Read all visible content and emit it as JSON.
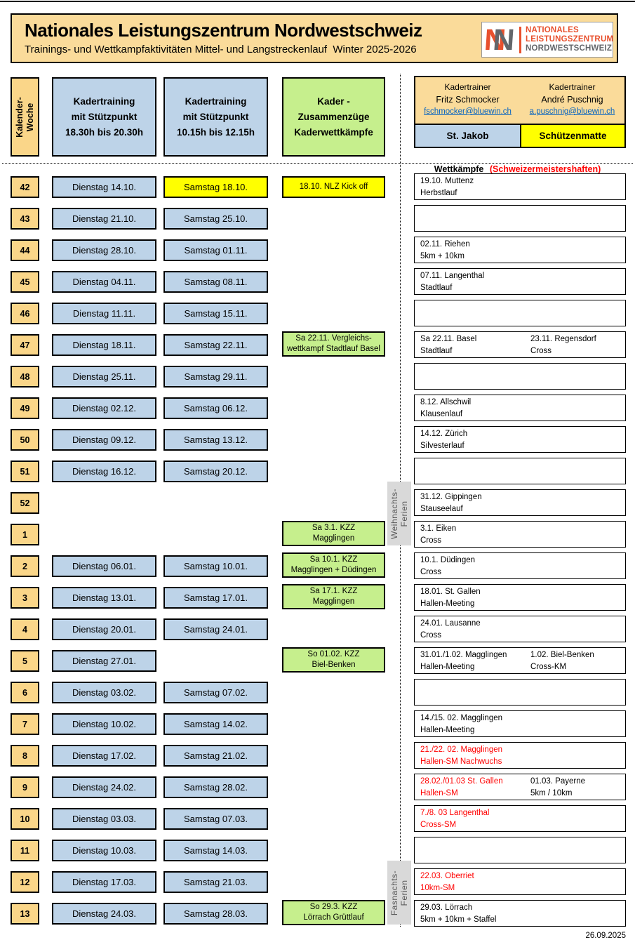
{
  "page": {
    "title": "Nationales Leistungszentrum Nordwestschweiz",
    "subtitle": "Trainings- und Wettkampfaktivitäten Mittel- und Langstreckenlauf  Winter 2025-2026",
    "footer_date": "26.09.2025"
  },
  "logo": {
    "line1": "NATIONALES",
    "line2": "LEISTUNGSZENTRUM",
    "line3": "NORDWESTSCHWEIZ"
  },
  "columns": {
    "week_header": [
      "Kalender-",
      "Woche"
    ],
    "training1": [
      "Kadertraining",
      "mit Stützpunkt",
      "18.30h bis 20.30h"
    ],
    "training2": [
      "Kadertraining",
      "mit Stützpunkt",
      "10.15h bis 12.15h"
    ],
    "events": [
      "Kader -",
      "Zusammenzüge",
      "Kaderwettkämpfe"
    ]
  },
  "trainers": {
    "left": {
      "role": "Kadertrainer",
      "name": "Fritz Schmocker",
      "email": "fschmocker@bluewin.ch",
      "venue": "St. Jakob"
    },
    "right": {
      "role": "Kadertrainer",
      "name": "André Puschnig",
      "email": "a.puschnig@bluewin.ch",
      "venue": "Schützenmatte"
    }
  },
  "wettkampf_header": {
    "black": "Wettkämpfe",
    "red": "(Schweizermeistershaften)"
  },
  "ferien": [
    {
      "label_lines": [
        "Weihnachts-",
        "Ferien"
      ],
      "row_index": 10
    },
    {
      "label_lines": [
        "Fasnachts-",
        "Ferien"
      ],
      "row_index": 22
    }
  ],
  "colors": {
    "tan": "#FAD689",
    "banner_tan": "#FADB9A",
    "blue": "#BDD3E8",
    "green": "#C6EF8D",
    "yellow": "#FFFF00",
    "holiday_gray": "#D9D9D9",
    "holiday_text": "#595959",
    "red": "#FF0000",
    "link_blue": "#0563C1",
    "logo_orange": "#E8502D",
    "logo_gray": "#63666A"
  },
  "rows": [
    {
      "week": "42",
      "dienstag": "Dienstag 14.10.",
      "samstag": "Samstag 18.10.",
      "samstag_highlight": true,
      "event": {
        "color": "yellow",
        "lines": [
          "18.10. NLZ Kick off"
        ]
      },
      "wettkampf": {
        "col1": {
          "lines": [
            "19.10. Muttenz",
            "Herbstlauf"
          ],
          "red": false
        }
      }
    },
    {
      "week": "43",
      "dienstag": "Dienstag 21.10.",
      "samstag": "Samstag 25.10.",
      "wettkampf": null
    },
    {
      "week": "44",
      "dienstag": "Dienstag 28.10.",
      "samstag": "Samstag 01.11.",
      "wettkampf": {
        "col1": {
          "lines": [
            "02.11. Riehen",
            "5km + 10km"
          ],
          "red": false
        }
      }
    },
    {
      "week": "45",
      "dienstag": "Dienstag 04.11.",
      "samstag": "Samstag 08.11.",
      "wettkampf": {
        "col1": {
          "lines": [
            "07.11. Langenthal",
            "Stadtlauf"
          ],
          "red": false
        }
      }
    },
    {
      "week": "46",
      "dienstag": "Dienstag 11.11.",
      "samstag": "Samstag 15.11.",
      "wettkampf": null
    },
    {
      "week": "47",
      "dienstag": "Dienstag 18.11.",
      "samstag": "Samstag 22.11.",
      "event": {
        "color": "green",
        "lines": [
          "Sa 22.11. Vergleichs-",
          "wettkampf Stadtlauf Basel"
        ]
      },
      "wettkampf": {
        "col1": {
          "lines": [
            "Sa 22.11. Basel",
            "Stadtlauf"
          ],
          "red": false
        },
        "col2": {
          "lines": [
            "23.11. Regensdorf",
            "Cross"
          ],
          "red": false
        }
      }
    },
    {
      "week": "48",
      "dienstag": "Dienstag 25.11.",
      "samstag": "Samstag 29.11.",
      "wettkampf": null
    },
    {
      "week": "49",
      "dienstag": "Dienstag 02.12.",
      "samstag": "Samstag 06.12.",
      "wettkampf": {
        "col1": {
          "lines": [
            "8.12. Allschwil",
            "Klausenlauf"
          ],
          "red": false
        }
      }
    },
    {
      "week": "50",
      "dienstag": "Dienstag 09.12.",
      "samstag": "Samstag 13.12.",
      "wettkampf": {
        "col1": {
          "lines": [
            "14.12. Zürich",
            "Silvesterlauf"
          ],
          "red": false
        }
      }
    },
    {
      "week": "51",
      "dienstag": "Dienstag 16.12.",
      "samstag": "Samstag 20.12.",
      "wettkampf": null
    },
    {
      "week": "52",
      "wettkampf": {
        "col1": {
          "lines": [
            "31.12. Gippingen",
            "Stauseelauf"
          ],
          "red": false
        }
      }
    },
    {
      "week": "1",
      "event": {
        "color": "green",
        "lines": [
          "Sa 3.1. KZZ",
          "Magglingen"
        ]
      },
      "wettkampf": {
        "col1": {
          "lines": [
            "3.1. Eiken",
            "Cross"
          ],
          "red": false
        }
      }
    },
    {
      "week": "2",
      "dienstag": "Dienstag 06.01.",
      "samstag": "Samstag 10.01.",
      "event": {
        "color": "green",
        "lines": [
          "Sa 10.1. KZZ",
          "Magglingen + Düdingen"
        ]
      },
      "wettkampf": {
        "col1": {
          "lines": [
            "10.1. Düdingen",
            "Cross"
          ],
          "red": false
        }
      }
    },
    {
      "week": "3",
      "dienstag": "Dienstag 13.01.",
      "samstag": "Samstag 17.01.",
      "event": {
        "color": "green",
        "lines": [
          "Sa 17.1. KZZ",
          "Magglingen"
        ]
      },
      "wettkampf": {
        "col1": {
          "lines": [
            "18.01. St. Gallen",
            "Hallen-Meeting"
          ],
          "red": false
        }
      }
    },
    {
      "week": "4",
      "dienstag": "Dienstag 20.01.",
      "samstag": "Samstag 24.01.",
      "wettkampf": {
        "col1": {
          "lines": [
            "24.01. Lausanne",
            "Cross"
          ],
          "red": false
        }
      }
    },
    {
      "week": "5",
      "dienstag": "Dienstag 27.01.",
      "event": {
        "color": "green",
        "lines": [
          "So 01.02. KZZ",
          "Biel-Benken"
        ]
      },
      "wettkampf": {
        "col1": {
          "lines": [
            "31.01./1.02. Magglingen",
            "Hallen-Meeting"
          ],
          "red": false
        },
        "col2": {
          "lines": [
            "1.02. Biel-Benken",
            "Cross-KM"
          ],
          "red": false
        }
      }
    },
    {
      "week": "6",
      "dienstag": "Dienstag 03.02.",
      "samstag": "Samstag 07.02.",
      "wettkampf": null
    },
    {
      "week": "7",
      "dienstag": "Dienstag 10.02.",
      "samstag": "Samstag 14.02.",
      "wettkampf": {
        "col1": {
          "lines": [
            "14./15. 02. Magglingen",
            "Hallen-Meeting"
          ],
          "red": false
        }
      }
    },
    {
      "week": "8",
      "dienstag": "Dienstag 17.02.",
      "samstag": "Samstag 21.02.",
      "wettkampf": {
        "col1": {
          "lines": [
            "21./22. 02.  Magglingen",
            "Hallen-SM Nachwuchs"
          ],
          "red": true
        }
      }
    },
    {
      "week": "9",
      "dienstag": "Dienstag 24.02.",
      "samstag": "Samstag 28.02.",
      "wettkampf": {
        "col1": {
          "lines": [
            "28.02./01.03 St. Gallen",
            "Hallen-SM"
          ],
          "red": true
        },
        "col2": {
          "lines": [
            "01.03. Payerne",
            "5km / 10km"
          ],
          "red": false
        }
      }
    },
    {
      "week": "10",
      "dienstag": "Dienstag 03.03.",
      "samstag": "Samstag 07.03.",
      "wettkampf": {
        "col1": {
          "lines": [
            "7./8. 03 Langenthal",
            "Cross-SM"
          ],
          "red": true
        }
      }
    },
    {
      "week": "11",
      "dienstag": "Dienstag 10.03.",
      "samstag": "Samstag 14.03.",
      "wettkampf": null
    },
    {
      "week": "12",
      "dienstag": "Dienstag 17.03.",
      "samstag": "Samstag 21.03.",
      "wettkampf": {
        "col1": {
          "lines": [
            "22.03. Oberriet",
            "10km-SM"
          ],
          "red": true
        }
      }
    },
    {
      "week": "13",
      "dienstag": "Dienstag 24.03.",
      "samstag": "Samstag 28.03.",
      "event": {
        "color": "green",
        "lines": [
          "So 29.3. KZZ",
          "Lörrach Grüttlauf"
        ]
      },
      "wettkampf": {
        "col1": {
          "lines": [
            "29.03. Lörrach",
            "5km + 10km + Staffel"
          ],
          "red": false
        }
      }
    }
  ]
}
